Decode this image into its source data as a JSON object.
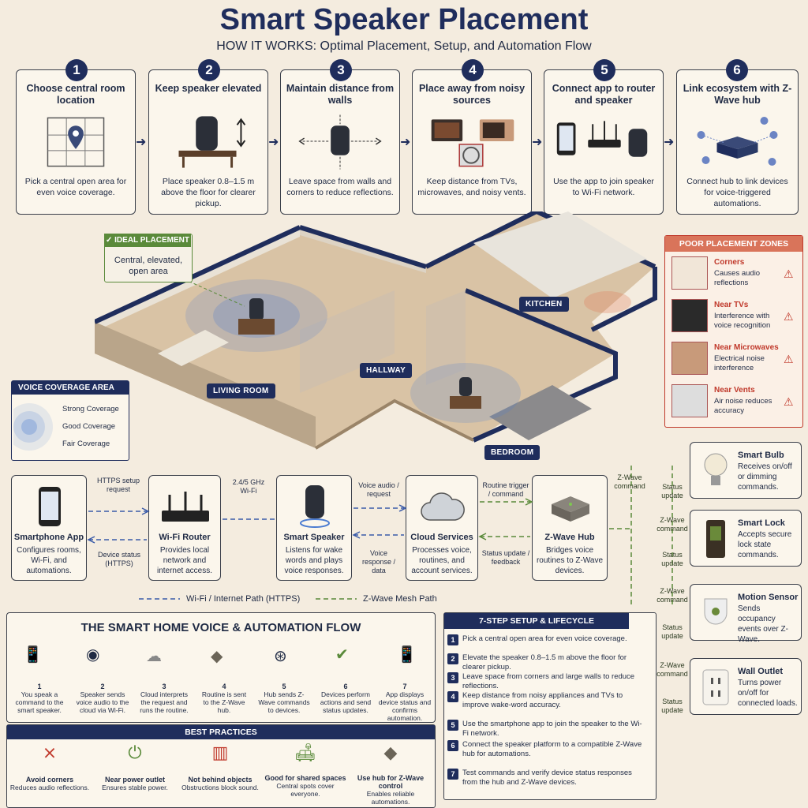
{
  "header": {
    "title": "Smart Speaker Placement",
    "subtitle": "HOW IT WORKS: Optimal Placement, Setup, and Automation Flow"
  },
  "steps": [
    {
      "num": "1",
      "title": "Choose central room location",
      "desc": "Pick a central open area for even voice coverage."
    },
    {
      "num": "2",
      "title": "Keep speaker elevated",
      "desc": "Place speaker 0.8–1.5 m above the floor for clearer pickup."
    },
    {
      "num": "3",
      "title": "Maintain distance from walls",
      "desc": "Leave space from walls and corners to reduce reflections."
    },
    {
      "num": "4",
      "title": "Place away from noisy sources",
      "desc": "Keep distance from TVs, microwaves, and noisy vents."
    },
    {
      "num": "5",
      "title": "Connect app to router and speaker",
      "desc": "Use the app to join speaker to Wi-Fi network."
    },
    {
      "num": "6",
      "title": "Link ecosystem with Z-Wave hub",
      "desc": "Connect hub to link devices for voice-triggered automations."
    }
  ],
  "floorplan": {
    "ideal_label": "✓ IDEAL PLACEMENT",
    "ideal_desc": "Central, elevated, open area",
    "rooms": {
      "living": "LIVING ROOM",
      "hallway": "HALLWAY",
      "kitchen": "KITCHEN",
      "bedroom": "BEDROOM"
    }
  },
  "coverage": {
    "title": "VOICE COVERAGE AREA",
    "items": [
      "Strong Coverage",
      "Good Coverage",
      "Fair Coverage"
    ]
  },
  "poor_zones": {
    "title": "POOR PLACEMENT ZONES",
    "items": [
      {
        "title": "Corners",
        "desc": "Causes audio reflections"
      },
      {
        "title": "Near TVs",
        "desc": "Interference with voice recognition"
      },
      {
        "title": "Near Microwaves",
        "desc": "Electrical noise interference"
      },
      {
        "title": "Near Vents",
        "desc": "Air noise reduces accuracy"
      }
    ]
  },
  "flow": {
    "nodes": [
      {
        "title": "Smartphone App",
        "desc": "Configures rooms, Wi-Fi, and automations."
      },
      {
        "title": "Wi-Fi Router",
        "desc": "Provides local network and internet access."
      },
      {
        "title": "Smart Speaker",
        "desc": "Listens for wake words and plays voice responses."
      },
      {
        "title": "Cloud Services",
        "desc": "Processes voice, routines, and account services."
      },
      {
        "title": "Z-Wave Hub",
        "desc": "Bridges voice routines to Z-Wave devices."
      }
    ],
    "links": {
      "https_setup": "HTTPS setup request",
      "device_status": "Device status (HTTPS)",
      "wifi": "2.4/5 GHz Wi-Fi",
      "voice_audio": "Voice audio / request",
      "voice_response": "Voice response / data",
      "routine_trigger": "Routine trigger / command",
      "status_update": "Status update / feedback"
    },
    "legend": {
      "wifi": "Wi-Fi / Internet Path (HTTPS)",
      "zwave": "Z-Wave Mesh Path"
    }
  },
  "devices": [
    {
      "title": "Smart Bulb",
      "desc": "Receives on/off or dimming commands."
    },
    {
      "title": "Smart Lock",
      "desc": "Accepts secure lock state commands."
    },
    {
      "title": "Motion Sensor",
      "desc": "Sends occupancy events over Z-Wave."
    },
    {
      "title": "Wall Outlet",
      "desc": "Turns power on/off for connected loads."
    }
  ],
  "zwave_labels": {
    "command": "Z-Wave command",
    "status": "Status update"
  },
  "voice_flow": {
    "title": "THE SMART HOME VOICE & AUTOMATION FLOW",
    "steps": [
      {
        "num": "1",
        "desc": "You speak a command to the smart speaker."
      },
      {
        "num": "2",
        "desc": "Speaker sends voice audio to the cloud via Wi-Fi."
      },
      {
        "num": "3",
        "desc": "Cloud interprets the request and runs the routine."
      },
      {
        "num": "4",
        "desc": "Routine is sent to the Z-Wave hub."
      },
      {
        "num": "5",
        "desc": "Hub sends Z-Wave commands to devices."
      },
      {
        "num": "6",
        "desc": "Devices perform actions and send status updates."
      },
      {
        "num": "7",
        "desc": "App displays device status and confirms automation."
      }
    ]
  },
  "best_practices": {
    "title": "BEST PRACTICES",
    "items": [
      {
        "title": "Avoid corners",
        "desc": "Reduces audio reflections."
      },
      {
        "title": "Near power outlet",
        "desc": "Ensures stable power."
      },
      {
        "title": "Not behind objects",
        "desc": "Obstructions block sound."
      },
      {
        "title": "Good for shared spaces",
        "desc": "Central spots cover everyone."
      },
      {
        "title": "Use hub for Z-Wave control",
        "desc": "Enables reliable automations."
      }
    ]
  },
  "lifecycle": {
    "title": "7-STEP SETUP & LIFECYCLE",
    "items": [
      "Pick a central open area for even voice coverage.",
      "Elevate the speaker 0.8–1.5 m above the floor for clearer pickup.",
      "Leave space from corners and large walls to reduce reflections.",
      "Keep distance from noisy appliances and TVs to improve wake-word accuracy.",
      "Use the smartphone app to join the speaker to the Wi-Fi network.",
      "Connect the speaker platform to a compatible Z-Wave hub for automations.",
      "Test commands and verify device status responses from the hub and Z-Wave devices."
    ]
  },
  "colors": {
    "navy": "#1f2d5c",
    "wifi_blue": "#3a5ba8",
    "zwave_green": "#5a8a3a",
    "warn": "#c0392b",
    "bg": "#f4ecdf"
  }
}
